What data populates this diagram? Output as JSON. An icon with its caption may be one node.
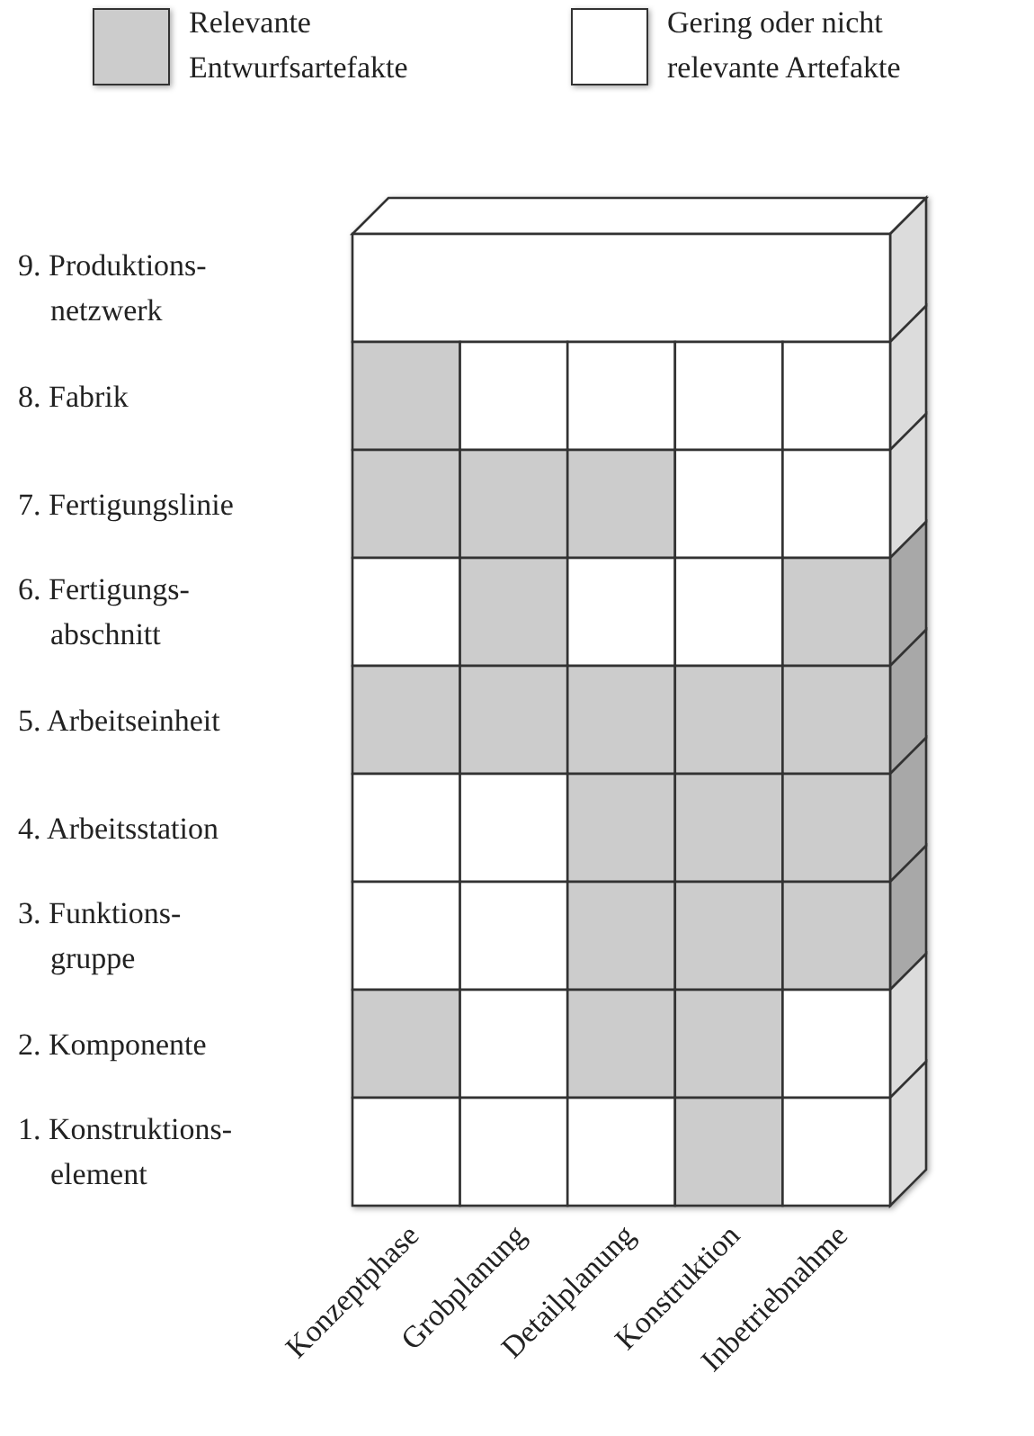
{
  "diagram": {
    "labels": [
      "9. Produktions- netzwerk",
      "8. Fabrik",
      "7. Fertigungslinie",
      "6. Fertigungs- abschnitt",
      "5. Arbeitseinheit",
      "4. Arbeitsstation",
      "3. Funktions- gruppe",
      "2. Komponente",
      "1. Konstruktions- element",
      "Konzeptphase",
      "Grobplanung",
      "Detailplanung",
      "Konstruktion",
      "Inbetriebnahme"
    ],
    "legend": [
      {
        "text": "Relevante Entwurfsartefakte",
        "color": "#cccccc"
      },
      {
        "text": "Gering oder nicht relevante Artefakte",
        "color": "#ffffff"
      }
    ]
  }
}
